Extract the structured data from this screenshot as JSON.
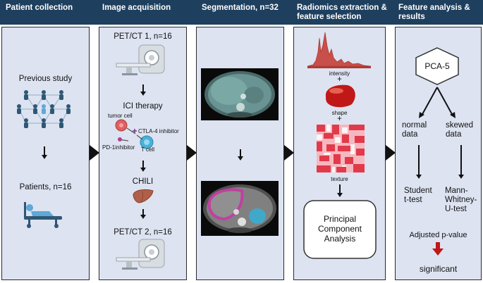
{
  "headers": [
    "Patient collection",
    "Image acquisition",
    "Segmentation, n=32",
    "Radiomics extraction & feature selection",
    "Feature  analysis & results"
  ],
  "patient": {
    "previous_study": "Previous study",
    "patients": "Patients, n=16"
  },
  "acquisition": {
    "pet1": "PET/CT 1, n=16",
    "ici": "ICI therapy",
    "tumor_cell": "tumor cell",
    "ctla4": "CTLA-4 inhibitor",
    "pd1": "PD-1inhibitor",
    "tcell": "T cell",
    "chili": "CHILI",
    "pet2": "PET/CT 2, n=16"
  },
  "radiomics": {
    "intensity": "intensity",
    "plus1": "+",
    "shape": "shape",
    "plus2": "+",
    "texture": "texture",
    "pca_box": "Principal Component Analysis"
  },
  "analysis": {
    "pca5": "PCA-5",
    "normal": "normal data",
    "skewed": "skewed data",
    "student": "Student t-test",
    "mann": "Mann-Whitney-U-test",
    "adjusted": "Adjusted p-value",
    "significant": "significant"
  },
  "colors": {
    "header": "#1e3f5e",
    "panel": "#dde3f1",
    "intensity": "#c0403a",
    "shape": "#c01818",
    "texture_dark": "#e23a4a",
    "texture_light": "#f6b8c0",
    "mask_liver": "#c040a0",
    "mask_spleen": "#40a8c8"
  }
}
